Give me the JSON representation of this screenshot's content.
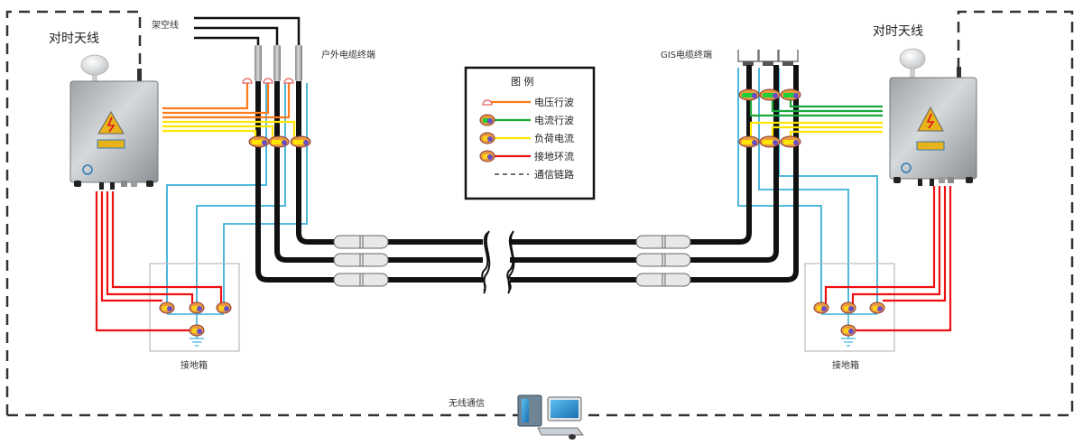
{
  "labels": {
    "antenna_left": "对时天线",
    "antenna_right": "对时天线",
    "overhead_line": "架空线",
    "outdoor_termination": "户外电缆终端",
    "gis_termination": "GIS电缆终端",
    "grounding_box_left": "接地箱",
    "grounding_box_right": "接地箱",
    "wireless": "无线通信"
  },
  "legend": {
    "title": "图  例",
    "items": [
      {
        "label": "电压行波",
        "icon": "voltage-sensor-icon",
        "color": "#ff7a1a"
      },
      {
        "label": "电流行波",
        "icon": "current-sensor-icon",
        "color": "#1aa83a"
      },
      {
        "label": "负荷电流",
        "icon": "load-sensor-icon",
        "color": "#ffe600"
      },
      {
        "label": "接地环流",
        "icon": "ground-sensor-icon",
        "color": "#ee1111"
      },
      {
        "label": "通信链路",
        "icon": "dashed-link-icon",
        "color": "#444444"
      }
    ]
  },
  "colors": {
    "voltage": "#ff7a1a",
    "current": "#1aa83a",
    "load": "#ffe600",
    "ground": "#ee1111",
    "shield": "#3ab0d8",
    "cable": "#111111",
    "comm": "#333333"
  }
}
